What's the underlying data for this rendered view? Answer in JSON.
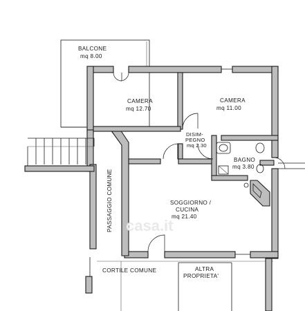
{
  "rooms": {
    "balcone": {
      "name": "BALCONE",
      "area": "mq 8.00"
    },
    "camera_1": {
      "name": "CAMERA",
      "area": "mq 12.70"
    },
    "camera_2": {
      "name": "CAMERA",
      "area": "mq 11.00"
    },
    "disimpegno": {
      "name_line1": "DISIM-",
      "name_line2": "PEGNO",
      "area": "mq 2.30"
    },
    "bagno": {
      "name": "BAGNO",
      "area": "mq 3.80"
    },
    "soggiorno": {
      "name_line1": "SOGGIORNO /",
      "name_line2": "CUCINA",
      "area": "mq 21.40"
    },
    "passaggio": {
      "name": "PASSAGGIO COMUNE"
    },
    "cortile": {
      "name": "CORTILE COMUNE"
    },
    "altra": {
      "name_line1": "ALTRA",
      "name_line2": "PROPRIETA'"
    }
  },
  "watermark": {
    "text": "casa.it"
  }
}
